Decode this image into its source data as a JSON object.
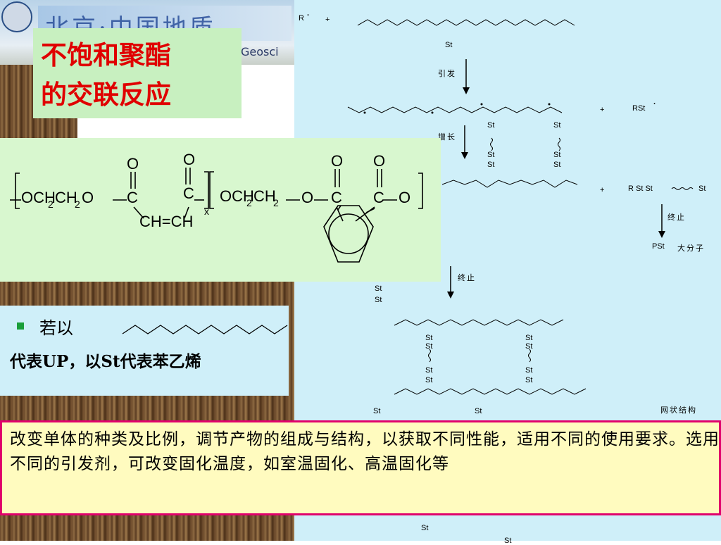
{
  "background": {
    "logo_text": "北京·中国地质",
    "geo_text": "Geosci"
  },
  "title": {
    "line1": "不饱和聚酯",
    "line2": "的交联反应"
  },
  "formula": {
    "ring_label": "OCH2CH2O",
    "atoms": [
      "O",
      "O",
      "O",
      "O",
      "C",
      "C",
      "C",
      "C",
      "O"
    ],
    "vinylene": "CH=CH",
    "subscript_x": "x",
    "left_group": "OCH",
    "ch2": "CH",
    "sub2": "2",
    "o": "O",
    "c": "C"
  },
  "mechanism": {
    "radical": "R",
    "plus": "+",
    "st": "St",
    "initiate": "引发",
    "rst": "RSt",
    "grow": "增长",
    "rst_st": "R St  St",
    "wavy_st": "St",
    "terminate": "终止",
    "pst": "PSt",
    "macro": "大分子",
    "network": "网状结构"
  },
  "legend": {
    "ruoyi": "若以",
    "line2": "代表UP，以St代表苯乙烯"
  },
  "note": {
    "text": "改变单体的种类及比例，调节产物的组成与结构，以获取不同性能，适用不同的使用要求。选用不同的引发剂，可改变固化温度，如室温固化、高温固化等"
  }
}
